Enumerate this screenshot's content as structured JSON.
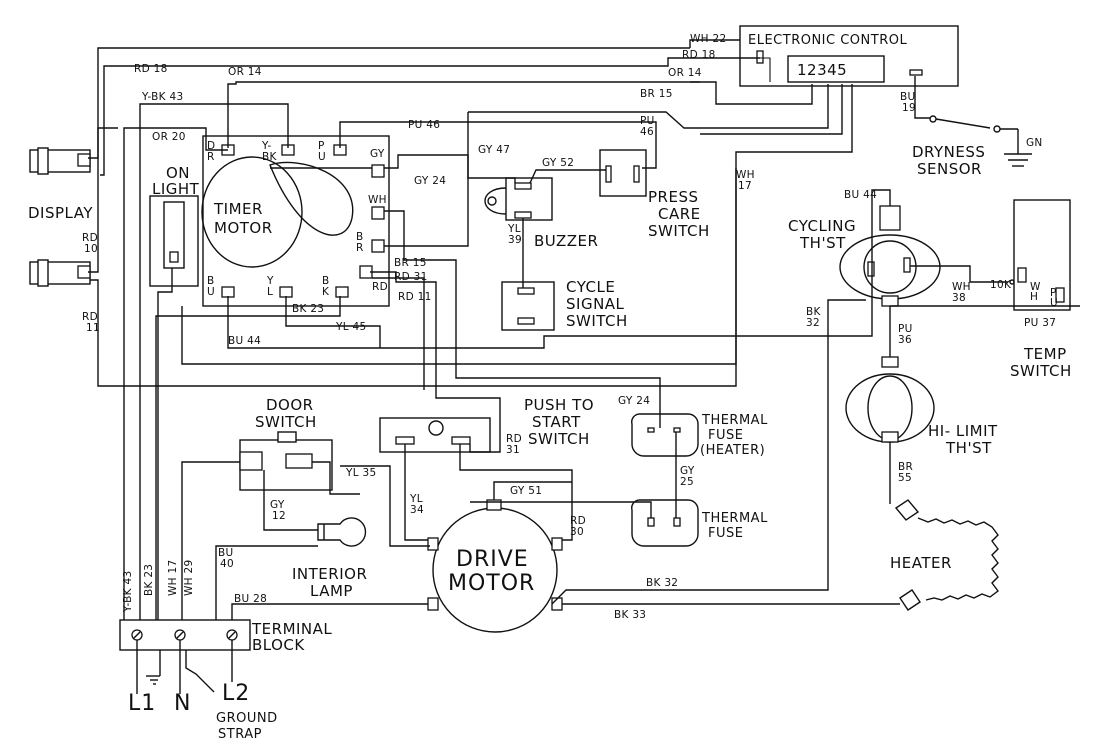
{
  "labels": {
    "electronic_control": "ELECTRONIC CONTROL",
    "control_pins": "12345",
    "display": "DISPLAY",
    "on_light_1": "ON",
    "on_light_2": "LIGHT",
    "timer_motor_1": "TIMER",
    "timer_motor_2": "MOTOR",
    "buzzer": "BUZZER",
    "press_care_1": "PRESS",
    "press_care_2": "CARE",
    "press_care_3": "SWITCH",
    "cycle_signal_1": "CYCLE",
    "cycle_signal_2": "SIGNAL",
    "cycle_signal_3": "SWITCH",
    "dryness_1": "DRYNESS",
    "dryness_2": "SENSOR",
    "gn": "GN",
    "cycling_1": "CYCLING",
    "cycling_2": "TH'ST",
    "temp_1": "TEMP",
    "temp_2": "SWITCH",
    "hilimit_1": "HI- LIMIT",
    "hilimit_2": "TH'ST",
    "heater": "HEATER",
    "door_1": "DOOR",
    "door_2": "SWITCH",
    "push_1": "PUSH TO",
    "push_2": "START",
    "push_3": "SWITCH",
    "thermal_heater_1": "THERMAL",
    "thermal_heater_2": "FUSE",
    "thermal_heater_3": "(HEATER)",
    "thermal_1": "THERMAL",
    "thermal_2": "FUSE",
    "drive_1": "DRIVE",
    "drive_2": "MOTOR",
    "interior_1": "INTERIOR",
    "interior_2": "LAMP",
    "terminal_1": "TERMINAL",
    "terminal_2": "BLOCK",
    "l1": "L1",
    "n": "N",
    "l2": "L2",
    "ground_1": "GROUND",
    "ground_2": "STRAP",
    "ten_k": "10K"
  },
  "wires": {
    "rd18_a": "RD 18",
    "rd18_b": "RD 18",
    "wh22": "WH 22",
    "or14_a": "OR 14",
    "or14_b": "OR 14",
    "ybk43": "Y-BK 43",
    "br15_a": "BR 15",
    "br15_b": "BR 15",
    "or20": "OR 20",
    "pu46_a": "PU 46",
    "pu46_b1": "PU",
    "pu46_b2": "46",
    "bu19_1": "BU",
    "bu19_2": "19",
    "gy47": "GY 47",
    "gy52": "GY 52",
    "gy24_a": "GY 24",
    "gy24_b": "GY 24",
    "wh17_1": "WH",
    "wh17_2": "17",
    "bu44_a": "BU 44",
    "bu44_b": "BU 44",
    "rd10_1": "RD",
    "rd10_2": "10",
    "rd11_1": "RD",
    "rd11_2": "11",
    "yl39_1": "YL",
    "yl39_2": "39",
    "rd31_a": "RD 31",
    "rd11_b": "RD 11",
    "bk23_a": "BK 23",
    "yl45": "YL 45",
    "bk32_1": "BK",
    "bk32_2": "32",
    "wh38_1": "WH",
    "wh38_2": "38",
    "pu37": "PU 37",
    "pu36_1": "PU",
    "pu36_2": "36",
    "br55_1": "BR",
    "br55_2": "55",
    "yl35": "YL 35",
    "rd31_b1": "RD",
    "rd31_b2": "31",
    "gy25_1": "GY",
    "gy25_2": "25",
    "gy12_1": "GY",
    "gy12_2": "12",
    "yl34_1": "YL",
    "yl34_2": "34",
    "gy51": "GY 51",
    "rd30_1": "RD",
    "rd30_2": "30",
    "bu40_1": "BU",
    "bu40_2": "40",
    "bu28": "BU 28",
    "bk32_b": "BK 32",
    "bk33": "BK 33",
    "ybk43_v": "Y-BK 43",
    "bk23_v": "BK 23",
    "wh17_v": "WH 17",
    "wh29_v": "WH 29"
  },
  "timer_pins": {
    "dr_1": "D",
    "dr_2": "R",
    "ybk_1": "Y-",
    "ybk_2": "BK",
    "pu_1": "P",
    "pu_2": "U",
    "gy": "GY",
    "wh": "WH",
    "br_1": "B",
    "br_2": "R",
    "rd": "RD",
    "bu_1": "B",
    "bu_2": "U",
    "yl_1": "Y",
    "yl_2": "L",
    "bk_1": "B",
    "bk_2": "K"
  },
  "temp_pins": {
    "w": "W",
    "h": "H",
    "p": "P",
    "u": "U"
  }
}
